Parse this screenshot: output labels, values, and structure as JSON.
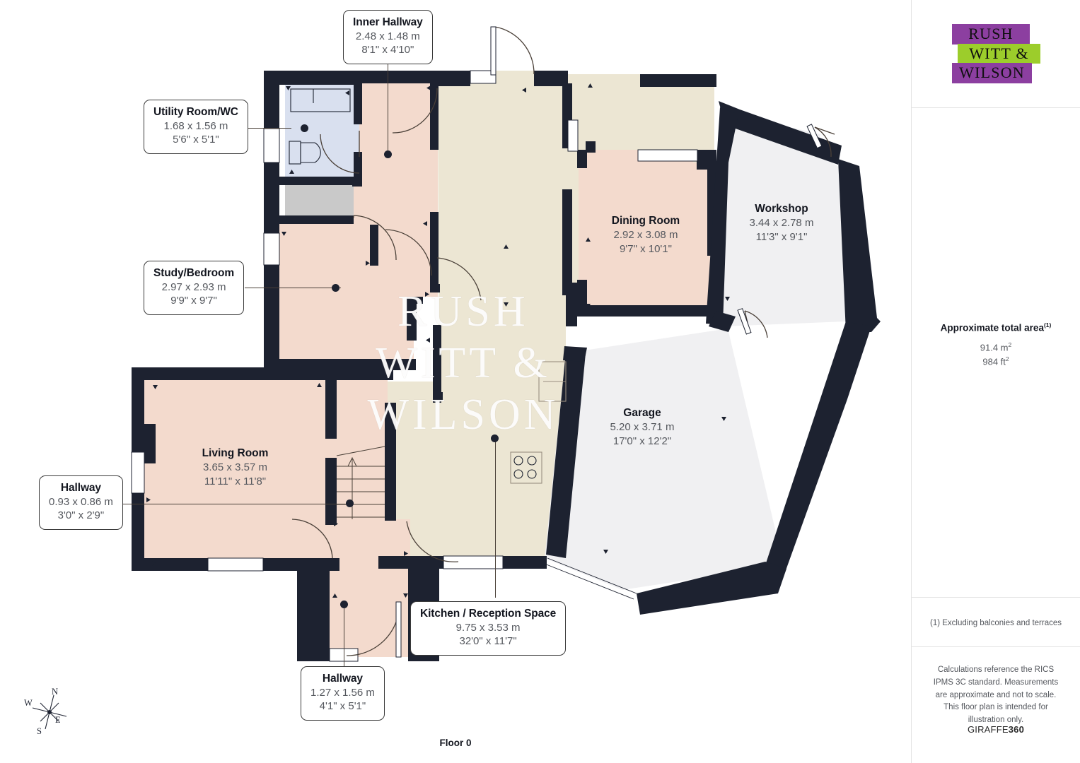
{
  "floor_caption": "Floor 0",
  "colors": {
    "wall": "#1d2230",
    "room_pink": "#f3dacd",
    "room_cream": "#ece6d3",
    "room_grey": "#f0f0f2",
    "room_blue": "#d9e0ef",
    "room_darkgrey": "#c9c9c9",
    "logo_purple": "#8c3fa0",
    "logo_green": "#9ccd2b",
    "text_dark": "#13161f",
    "text_muted": "#55585e"
  },
  "watermark": {
    "line1": "RUSH",
    "line2": "WITT &",
    "line3": "WILSON"
  },
  "compass": {
    "north": "N",
    "east": "E",
    "south": "S",
    "west": "W"
  },
  "rooms": [
    {
      "id": "inner-hallway",
      "name": "Inner Hallway",
      "dim_m": "2.48 x 1.48 m",
      "dim_ft": "8'1\" x 4'10\"",
      "style": "callout"
    },
    {
      "id": "utility-room-wc",
      "name": "Utility Room/WC",
      "dim_m": "1.68 x 1.56 m",
      "dim_ft": "5'6\" x 5'1\"",
      "style": "callout"
    },
    {
      "id": "study-bedroom",
      "name": "Study/Bedroom",
      "dim_m": "2.97 x 2.93 m",
      "dim_ft": "9'9\" x 9'7\"",
      "style": "callout"
    },
    {
      "id": "hallway-west",
      "name": "Hallway",
      "dim_m": "0.93 x 0.86 m",
      "dim_ft": "3'0\" x 2'9\"",
      "style": "callout"
    },
    {
      "id": "living-room",
      "name": "Living Room",
      "dim_m": "3.65 x 3.57 m",
      "dim_ft": "11'11\" x 11'8\"",
      "style": "inline"
    },
    {
      "id": "kitchen-reception-space",
      "name": "Kitchen / Reception Space",
      "dim_m": "9.75 x 3.53 m",
      "dim_ft": "32'0\" x 11'7\"",
      "style": "callout"
    },
    {
      "id": "hallway-south",
      "name": "Hallway",
      "dim_m": "1.27 x 1.56 m",
      "dim_ft": "4'1\" x 5'1\"",
      "style": "callout"
    },
    {
      "id": "dining-room",
      "name": "Dining Room",
      "dim_m": "2.92 x 3.08 m",
      "dim_ft": "9'7\" x 10'1\"",
      "style": "inline"
    },
    {
      "id": "workshop",
      "name": "Workshop",
      "dim_m": "3.44 x 2.78 m",
      "dim_ft": "11'3\" x 9'1\"",
      "style": "inline"
    },
    {
      "id": "garage",
      "name": "Garage",
      "dim_m": "5.20 x 3.71 m",
      "dim_ft": "17'0\" x 12'2\"",
      "style": "inline"
    }
  ],
  "sidebar": {
    "logo": {
      "line1": "RUSH",
      "line2": "WITT &",
      "line3": "WILSON"
    },
    "area": {
      "title": "Approximate total area",
      "title_footnote": "(1)",
      "metric": "91.4 m",
      "metric_sup": "2",
      "imperial": "984 ft",
      "imperial_sup": "2"
    },
    "footnote": "(1) Excluding balconies and terraces",
    "disclaimer": "Calculations reference the RICS IPMS 3C standard. Measurements are approximate and not to scale. This floor plan is intended for illustration only.",
    "brand_prefix": "GIRAFFE",
    "brand_suffix": "360"
  }
}
